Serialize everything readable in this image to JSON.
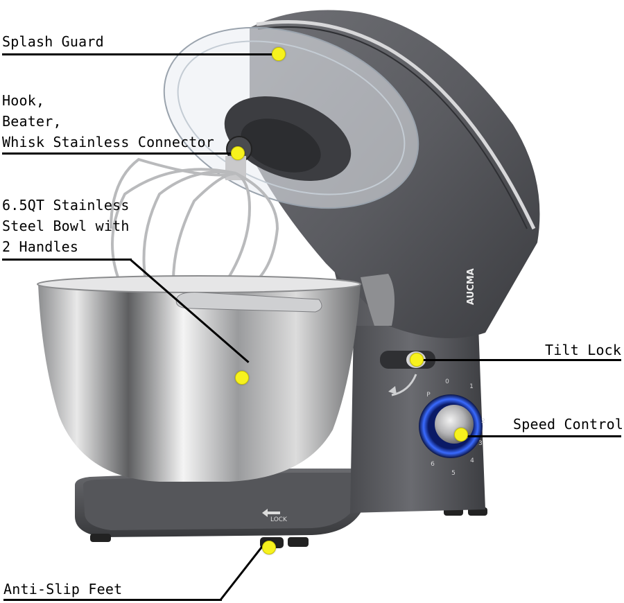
{
  "brand": "AUCMA",
  "base_marking": "LOCK",
  "speed_dial_numbers": [
    "P",
    "0",
    "1",
    "2",
    "3",
    "4",
    "5",
    "6"
  ],
  "callouts": {
    "splash_guard": "Splash Guard",
    "connector": [
      "Hook,",
      "Beater,",
      "Whisk Stainless Connector"
    ],
    "bowl": [
      "6.5QT Stainless",
      "Steel Bowl with",
      "2 Handles"
    ],
    "tilt_lock": "Tilt Lock",
    "speed_control": "Speed Control",
    "anti_slip_feet": "Anti-Slip Feet"
  },
  "colors": {
    "body": "#5b5c60",
    "body_dark": "#3a3b3f",
    "marker_dot": "#f7f21e",
    "dial_ring": "#2b5cff"
  }
}
